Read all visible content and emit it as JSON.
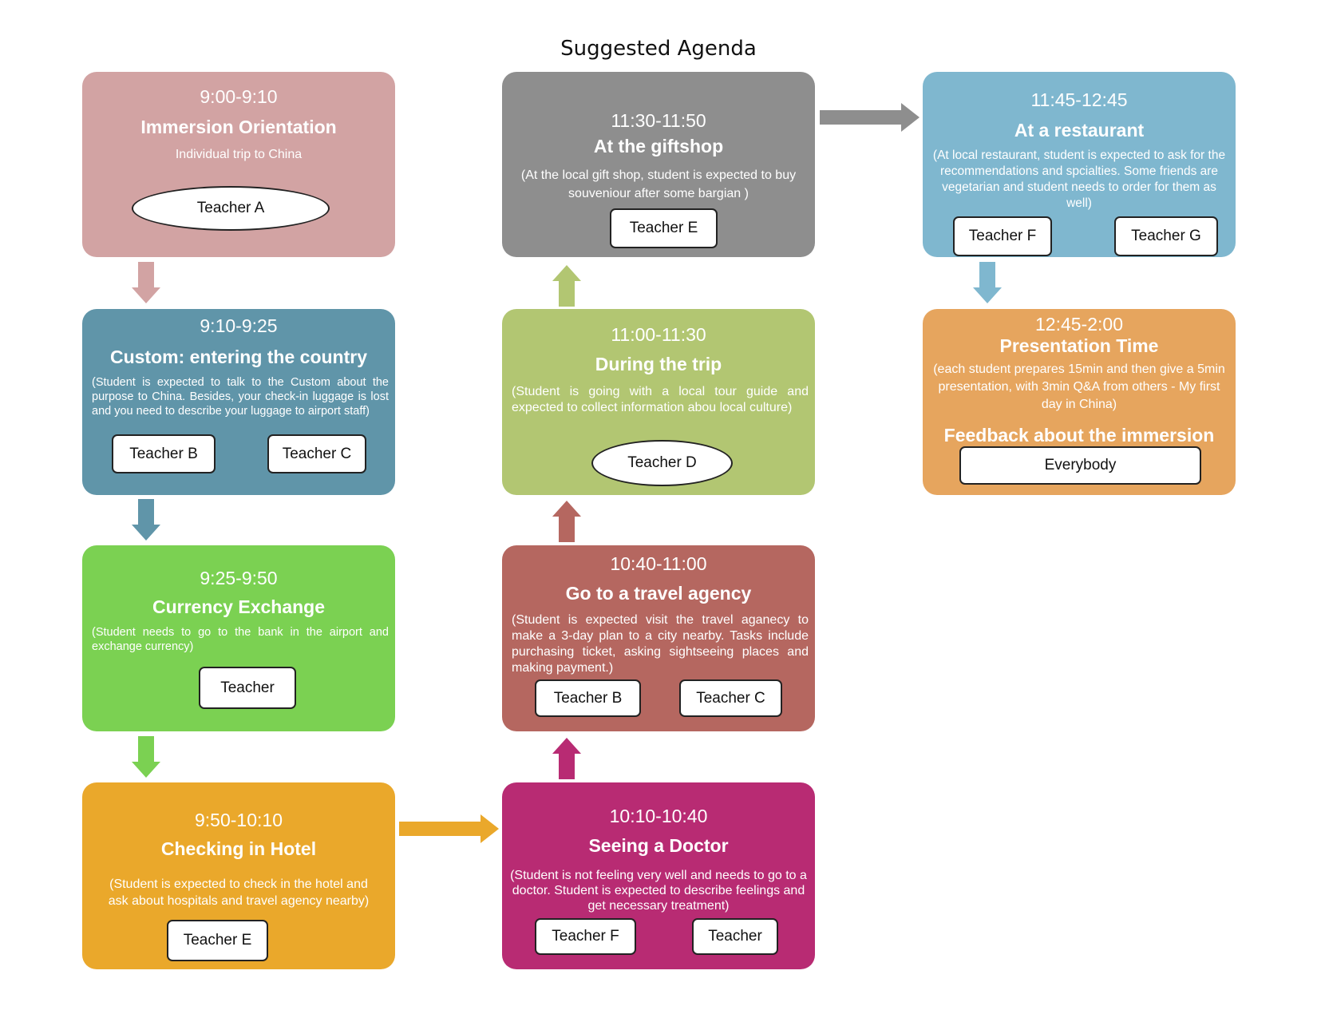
{
  "title": "Suggested Agenda",
  "colors": {
    "orientation": "#d2a3a3",
    "custom": "#6095a9",
    "currency": "#7bd152",
    "hotel": "#eaa82b",
    "doctor": "#b82b73",
    "travel": "#b56760",
    "trip": "#b2c672",
    "giftshop": "#8e8e8e",
    "restaurant": "#7fb7cf",
    "presentation": "#e6a55e"
  },
  "steps": {
    "orientation": {
      "time": "9:00-9:10",
      "heading": "Immersion Orientation",
      "subtitle": "Individual trip to China",
      "teachers": [
        "Teacher A"
      ]
    },
    "custom": {
      "time": "9:10-9:25",
      "heading": "Custom: entering the country",
      "description": "(Student is expected to talk to the Custom about the purpose to China. Besides, your check-in luggage is lost and you need to describe your luggage to airport staff)",
      "teachers": [
        "Teacher B",
        "Teacher C"
      ]
    },
    "currency": {
      "time": "9:25-9:50",
      "heading": "Currency Exchange",
      "description": "(Student needs to go to the bank in the airport and exchange currency)",
      "teachers": [
        "Teacher"
      ]
    },
    "hotel": {
      "time": "9:50-10:10",
      "heading": "Checking in Hotel",
      "description": "(Student is expected to check in the hotel and ask about hospitals and travel agency nearby)",
      "teachers": [
        "Teacher E"
      ]
    },
    "doctor": {
      "time": "10:10-10:40",
      "heading": "Seeing a Doctor",
      "description": "(Student is not feeling very well and needs to go to a doctor. Student is expected to describe feelings and get necessary treatment)",
      "teachers": [
        "Teacher F",
        "Teacher"
      ]
    },
    "travel": {
      "time": "10:40-11:00",
      "heading": "Go to a travel agency",
      "description": "(Student is expected visit the travel aganecy to make a 3-day plan to a city nearby. Tasks include purchasing ticket, asking sightseeing places and making payment.)",
      "teachers": [
        "Teacher B",
        "Teacher C"
      ]
    },
    "trip": {
      "time": "11:00-11:30",
      "heading": "During the trip",
      "description": "(Student is going with a local tour guide and expected to collect information abou local culture)",
      "teachers": [
        "Teacher D"
      ]
    },
    "giftshop": {
      "time": "11:30-11:50",
      "heading": "At the giftshop",
      "description": "(At the local gift shop, student is expected to buy souveniour after some bargian )",
      "teachers": [
        "Teacher E"
      ]
    },
    "restaurant": {
      "time": "11:45-12:45",
      "heading": "At a restaurant",
      "description": "(At local restaurant, student is expected to ask for the recommendations and spcialties. Some friends are vegetarian and student needs to order for them as well)",
      "teachers": [
        "Teacher F",
        "Teacher G"
      ]
    },
    "presentation": {
      "time": "12:45-2:00",
      "heading": "Presentation Time",
      "description": "(each student prepares 15min and then give a 5min presentation, with 3min Q&A from others - My first day in China)",
      "feedback": "Feedback about the immersion",
      "teachers": [
        "Everybody"
      ]
    }
  }
}
